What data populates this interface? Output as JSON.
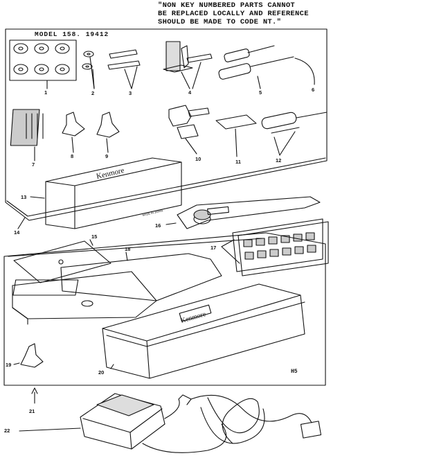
{
  "note_lines": [
    "\"NON KEY NUMBERED PARTS CANNOT",
    "BE REPLACED LOCALLY AND REFERENCE",
    "SHOULD BE MADE TO CODE NT.\""
  ],
  "model_label": "MODEL 158. 19412",
  "code_label": "H5",
  "brand_text": "Kenmore",
  "made_in_japan": "MADE IN JAPAN",
  "callouts": [
    "1",
    "2",
    "3",
    "4",
    "5",
    "6",
    "7",
    "8",
    "9",
    "10",
    "11",
    "12",
    "13",
    "14",
    "15",
    "16",
    "17",
    "18",
    "19",
    "20",
    "21",
    "22"
  ]
}
